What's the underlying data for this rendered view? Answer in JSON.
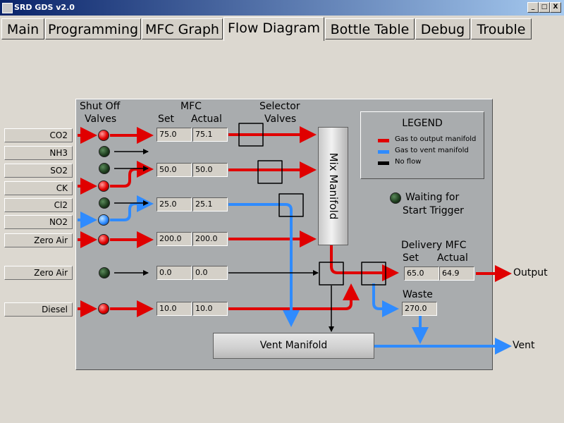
{
  "window": {
    "title": "SRD GDS v2.0",
    "min": "_",
    "max": "□",
    "close": "X"
  },
  "tabs": [
    {
      "label": "Main"
    },
    {
      "label": "Programming"
    },
    {
      "label": "MFC Graph"
    },
    {
      "label": "Flow Diagram"
    },
    {
      "label": "Bottle Table"
    },
    {
      "label": "Debug"
    },
    {
      "label": "Trouble"
    }
  ],
  "active_tab": "Flow Diagram",
  "headers": {
    "shutoff_1": "Shut Off",
    "shutoff_2": "Valves",
    "mfc": "MFC",
    "set": "Set",
    "actual": "Actual",
    "selector_1": "Selector",
    "selector_2": "Valves"
  },
  "gases": [
    {
      "name": "CO2",
      "valve": "on",
      "set": "75.0",
      "actual": "75.1"
    },
    {
      "name": "NH3",
      "valve": "off"
    },
    {
      "name": "SO2",
      "valve": "off",
      "set": "50.0",
      "actual": "50.0"
    },
    {
      "name": "CK",
      "valve": "on"
    },
    {
      "name": "Cl2",
      "valve": "off",
      "set": "25.0",
      "actual": "25.1"
    },
    {
      "name": "NO2",
      "valve": "vent"
    },
    {
      "name": "Zero Air",
      "valve": "on",
      "set": "200.0",
      "actual": "200.0"
    },
    {
      "name": "Zero Air",
      "valve": "off",
      "set": "0.0",
      "actual": "0.0"
    },
    {
      "name": "Diesel",
      "valve": "on",
      "set": "10.0",
      "actual": "10.0"
    }
  ],
  "legend": {
    "title": "LEGEND",
    "items": [
      {
        "label": "Gas  to output manifold",
        "color": "#e00000"
      },
      {
        "label": "Gas to vent manifold",
        "color": "#2f8bff"
      },
      {
        "label": "No flow",
        "color": "#000000"
      }
    ]
  },
  "status": {
    "line1": "Waiting for",
    "line2": "Start Trigger"
  },
  "mix_manifold": "Mix Manifold",
  "vent_manifold": "Vent Manifold",
  "delivery": {
    "title": "Delivery MFC",
    "set_label": "Set",
    "actual_label": "Actual",
    "set": "65.0",
    "actual": "64.9"
  },
  "waste": {
    "label": "Waste",
    "value": "270.0"
  },
  "outputs": {
    "output": "Output",
    "vent": "Vent"
  },
  "colors": {
    "output_flow": "#e00000",
    "vent_flow": "#2f8bff",
    "no_flow": "#000000"
  }
}
